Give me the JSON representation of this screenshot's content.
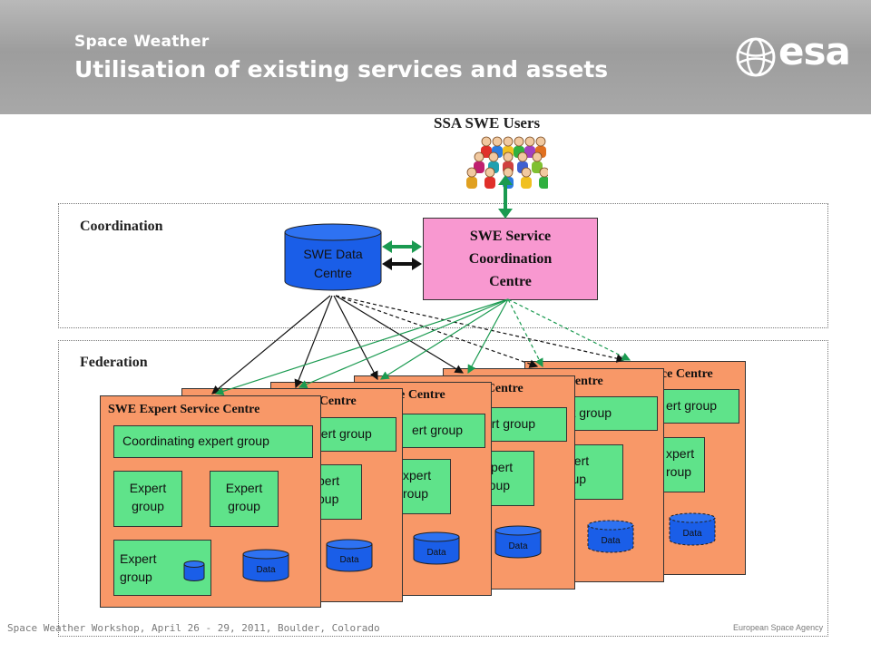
{
  "header": {
    "subtitle": "Space Weather",
    "title": "Utilisation of existing services and assets",
    "logo_text": "esa"
  },
  "footer": {
    "left": "Space Weather Workshop, April 26 - 29, 2011, Boulder, Colorado",
    "right": "European Space Agency"
  },
  "users": {
    "label": "SSA SWE Users"
  },
  "coordination": {
    "label": "Coordination",
    "data_centre": [
      "SWE Data",
      "Centre"
    ],
    "service_coordination": [
      "SWE Service",
      "Coordination",
      "Centre"
    ]
  },
  "federation": {
    "label": "Federation",
    "front_centre": {
      "title": "SWE Expert Service Centre",
      "coordinating": "Coordinating expert group",
      "expert_group": [
        "Expert",
        "group"
      ],
      "data": "Data"
    },
    "back_centres": [
      {
        "title": "ice Centre",
        "coord": "ert group",
        "expert": [
          "xpert",
          "roup"
        ],
        "data": "Data"
      },
      {
        "title": "vice Centre",
        "coord": "ert group",
        "expert": [
          "xpert",
          "roup"
        ],
        "data": "Data"
      },
      {
        "title": "vice Centre",
        "coord": "ert group",
        "expert": [
          "xpert",
          "roup"
        ],
        "data": "Data"
      },
      {
        "title": "vice Centre",
        "coord": "ert group",
        "expert": [
          "xpert",
          "roup"
        ],
        "data": "Data"
      },
      {
        "title": "vice Centre",
        "coord": "pert group",
        "expert": [
          "pert",
          "oup"
        ],
        "data": "Data"
      }
    ]
  },
  "colors": {
    "coordination_centre": "#f898d0",
    "service_centre": "#f89868",
    "expert_group": "#5fe38a",
    "data": "#1a5ee8",
    "link_green": "#1a9a50"
  }
}
